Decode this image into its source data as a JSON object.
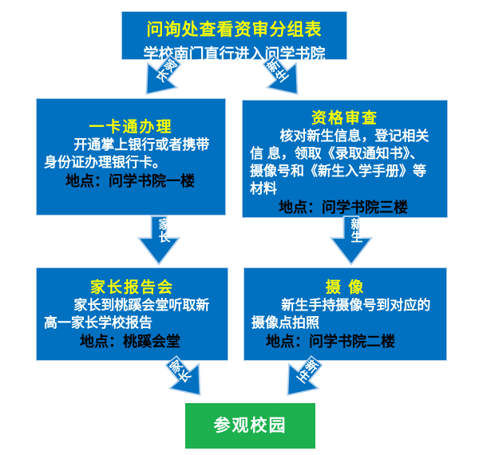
{
  "colors": {
    "box_blue": "#0070C0",
    "final_green": "#1CB04E",
    "title_yellow": "#FFFF00",
    "body_white": "#FFFFFF",
    "location_black": "#000000",
    "background": "#FFFFFF"
  },
  "start": {
    "line1": "问询处查看资审分组表",
    "line2": "学校南门直行进入问学书院"
  },
  "arrows": {
    "top_left": {
      "label": "家长"
    },
    "top_right": {
      "label": "新生"
    },
    "mid_left": {
      "label": "家长"
    },
    "mid_right": {
      "label": "新生"
    },
    "bottom_left": {
      "label": "家长"
    },
    "bottom_right": {
      "label": "新生"
    }
  },
  "boxes": {
    "onecard": {
      "title": "一卡通办理",
      "line1": "开通掌上银行或者携带",
      "line2": "身份证办理银行卡。",
      "location": "地点：问学书院一楼"
    },
    "qualification": {
      "title": "资格审查",
      "line1": "核对新生信息，登记相关",
      "line2": "信 息，领取《录取通知书》、",
      "line3": "摄像号和《新生入学手册》等",
      "line4": "材料",
      "location": "地点：问学书院三楼"
    },
    "parents_meeting": {
      "title": "家长报告会",
      "line1": "家长到桃蹊会堂听取新",
      "line2": "高一家长学校报告",
      "location": "地点：桃蹊会堂"
    },
    "photo": {
      "title": "摄 像",
      "line1": "新生手持摄像号到对应的",
      "line2": "摄像点拍照",
      "location": "地点：问学书院二楼"
    }
  },
  "final": {
    "label": "参观校园"
  }
}
